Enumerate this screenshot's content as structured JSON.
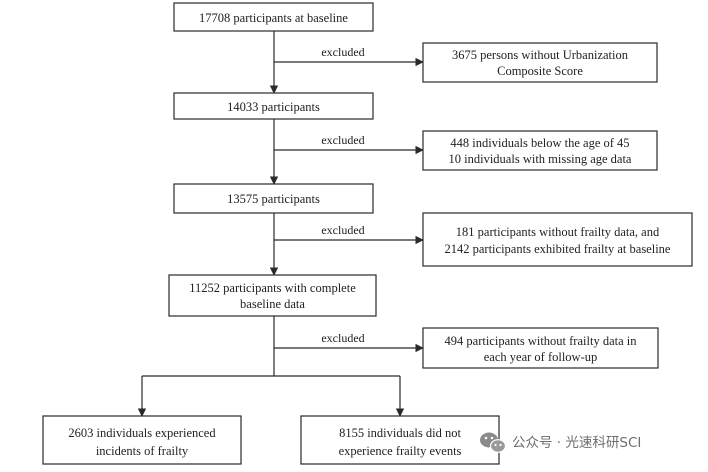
{
  "nodes": {
    "baseline": [
      "17708 participants at baseline"
    ],
    "after_urban": [
      "14033 participants"
    ],
    "after_age": [
      "13575 participants"
    ],
    "complete": [
      "11252 participants with complete",
      "baseline data"
    ],
    "incident": [
      "2603 individuals experienced",
      "incidents of frailty"
    ],
    "no_incident": [
      "8155 individuals did not",
      "experience frailty events"
    ]
  },
  "exclusions": {
    "urban": [
      "3675 persons without Urbanization",
      "Composite Score"
    ],
    "age": [
      "448 individuals below the age of 45",
      "10 individuals with missing age data"
    ],
    "frailty_baseline": [
      "181 participants without frailty data, and",
      "2142 participants exhibited frailty at baseline"
    ],
    "followup": [
      "494 participants without frailty data in",
      "each year of follow-up"
    ]
  },
  "excluded_label": "excluded",
  "watermark": {
    "text": "公众号 · 光速科研SCI",
    "icon": "wechat-icon"
  },
  "colors": {
    "line": "#2a2a2a",
    "text": "#222222",
    "watermark": "#6e6e6e"
  }
}
